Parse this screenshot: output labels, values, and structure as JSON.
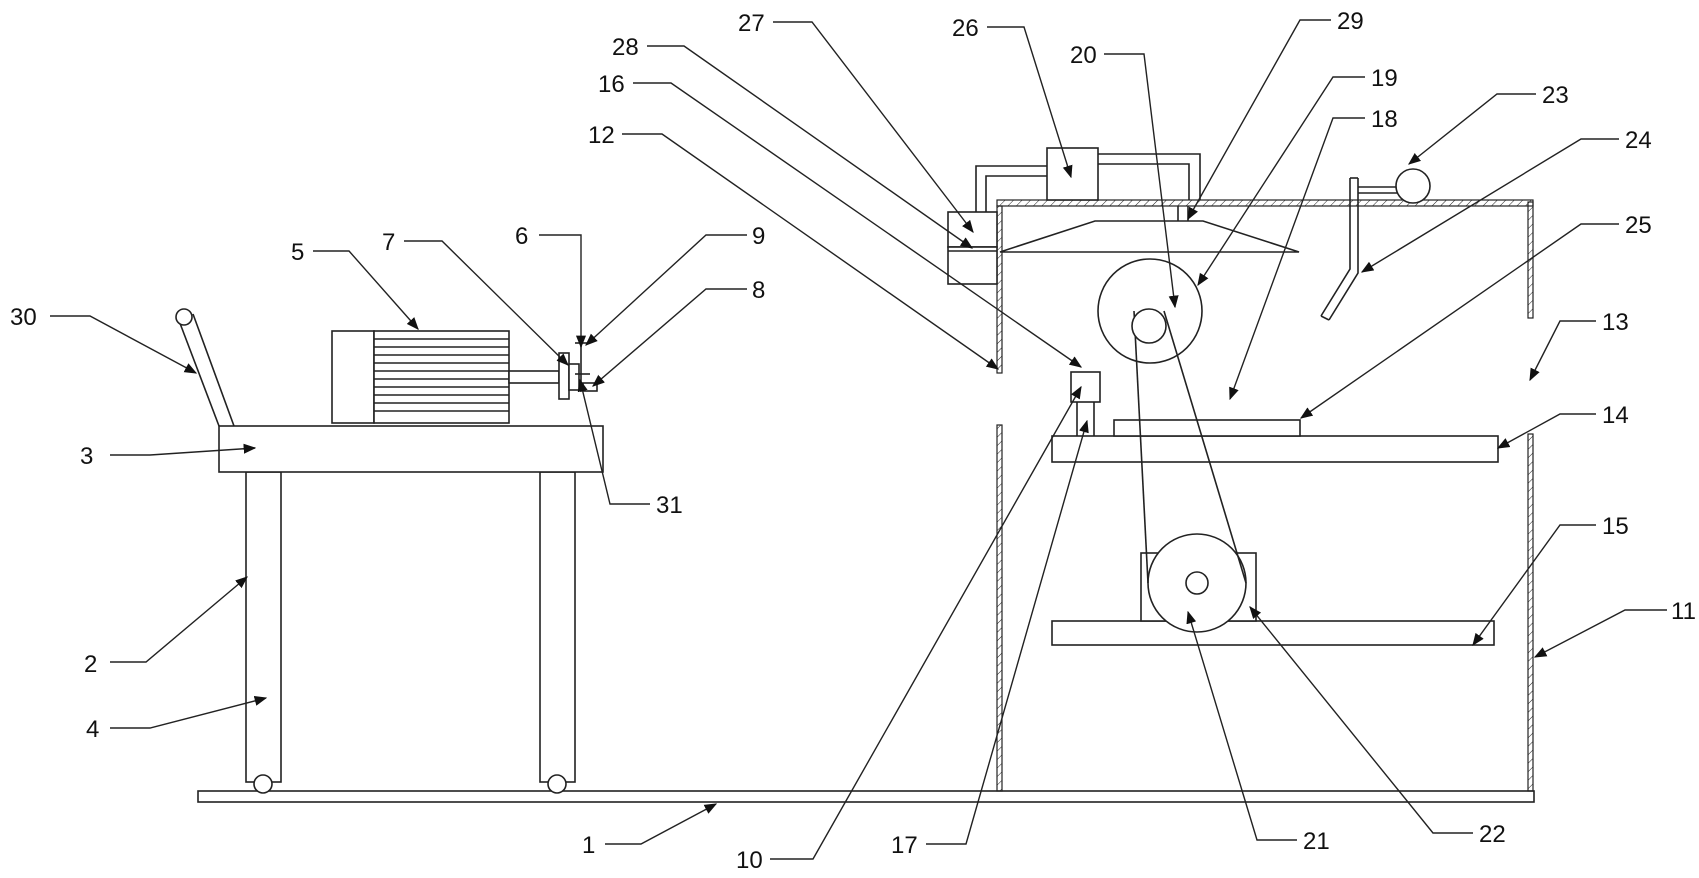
{
  "figure": {
    "labels": [
      {
        "id": "1",
        "text": "1"
      },
      {
        "id": "2",
        "text": "2"
      },
      {
        "id": "3",
        "text": "3"
      },
      {
        "id": "4",
        "text": "4"
      },
      {
        "id": "5",
        "text": "5"
      },
      {
        "id": "6",
        "text": "6"
      },
      {
        "id": "7",
        "text": "7"
      },
      {
        "id": "8",
        "text": "8"
      },
      {
        "id": "9",
        "text": "9"
      },
      {
        "id": "10",
        "text": "10"
      },
      {
        "id": "11",
        "text": "11"
      },
      {
        "id": "12",
        "text": "12"
      },
      {
        "id": "13",
        "text": "13"
      },
      {
        "id": "14",
        "text": "14"
      },
      {
        "id": "15",
        "text": "15"
      },
      {
        "id": "16",
        "text": "16"
      },
      {
        "id": "17",
        "text": "17"
      },
      {
        "id": "18",
        "text": "18"
      },
      {
        "id": "19",
        "text": "19"
      },
      {
        "id": "20",
        "text": "20"
      },
      {
        "id": "21",
        "text": "21"
      },
      {
        "id": "22",
        "text": "22"
      },
      {
        "id": "23",
        "text": "23"
      },
      {
        "id": "24",
        "text": "24"
      },
      {
        "id": "25",
        "text": "25"
      },
      {
        "id": "26",
        "text": "26"
      },
      {
        "id": "27",
        "text": "27"
      },
      {
        "id": "28",
        "text": "28"
      },
      {
        "id": "29",
        "text": "29"
      },
      {
        "id": "30",
        "text": "30"
      },
      {
        "id": "31",
        "text": "31"
      }
    ]
  },
  "colors": {
    "line": "#222222",
    "background": "#ffffff"
  }
}
